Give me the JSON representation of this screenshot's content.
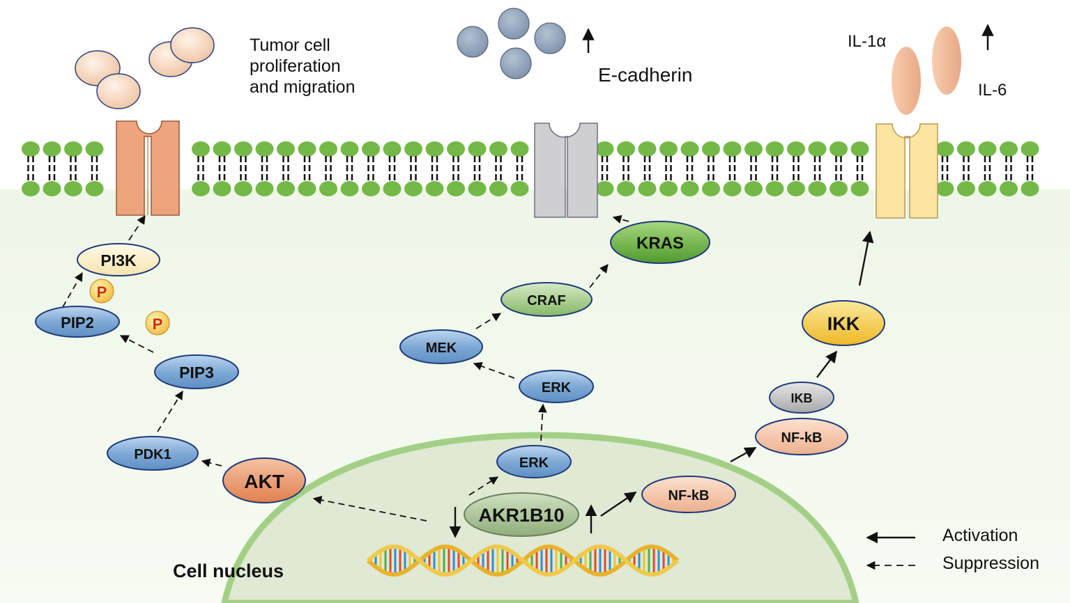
{
  "labels": {
    "tumor_line1": "Tumor cell",
    "tumor_line2": "proliferation",
    "tumor_line3": "and migration",
    "ecadherin": "E-cadherin",
    "il1": "IL-1α",
    "il6": "IL-6",
    "nucleus": "Cell nucleus",
    "up_arrow": "↑",
    "down_arrow": "↓"
  },
  "nodes": {
    "pi3k": "PI3K",
    "pip2": "PIP2",
    "pip3": "PIP3",
    "pdk1": "PDK1",
    "akt": "AKT",
    "p1": "P",
    "p2": "P",
    "mek": "MEK",
    "craf": "CRAF",
    "kras": "KRAS",
    "erk_top": "ERK",
    "erk_nuc": "ERK",
    "akr1b10": "AKR1B10",
    "nfkb_nuc": "NF-kB",
    "nfkb_cyto": "NF-kB",
    "ikb": "IKB",
    "ikk": "IKK"
  },
  "legend": {
    "activation": "Activation",
    "suppression": "Suppression"
  },
  "colors": {
    "membrane_head": "#77b94a",
    "cytoplasm": "#f3f8ee",
    "nucleus_fill": "#dfe9d3",
    "nucleus_border": "#9dcb7e",
    "blue_node": "#6f9fd0",
    "green_node": "#8dbf6a",
    "kras": "#63b03a",
    "akt": "#e7956a",
    "nfkb": "#f1c3a6",
    "ikk": "#f2cc47",
    "pi3k": "#fdf0c8",
    "ikb": "#bfbfbf",
    "receptor_orange": "#eea47e",
    "receptor_gray": "#c9c9cc",
    "receptor_yellow": "#fbe5a0"
  }
}
